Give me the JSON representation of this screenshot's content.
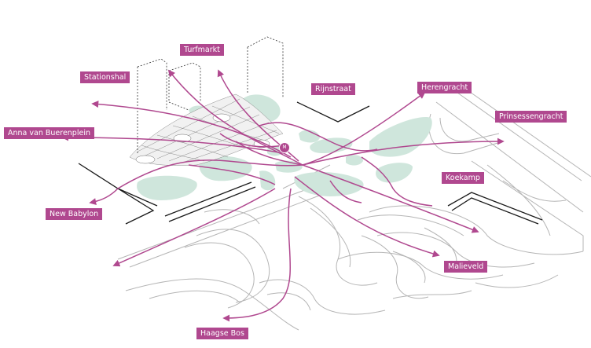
{
  "colors": {
    "route": "#b0488f",
    "green": "#cfe6dc",
    "context_line": "#b5b5b5",
    "building_edge": "#1a1a1a"
  },
  "labels": {
    "turfmarkt": "Turfmarkt",
    "stationshal": "Stationshal",
    "rijnstraat": "Rijnstraat",
    "herengracht": "Herengracht",
    "prinsessengracht": "Prinsessengracht",
    "anna_van_buerenplein": "Anna van Buerenplein",
    "koekamp": "Koekamp",
    "new_babylon": "New Babylon",
    "malieveld": "Malieveld",
    "haagse_bos": "Haagse Bos"
  },
  "metro_badge": "M"
}
